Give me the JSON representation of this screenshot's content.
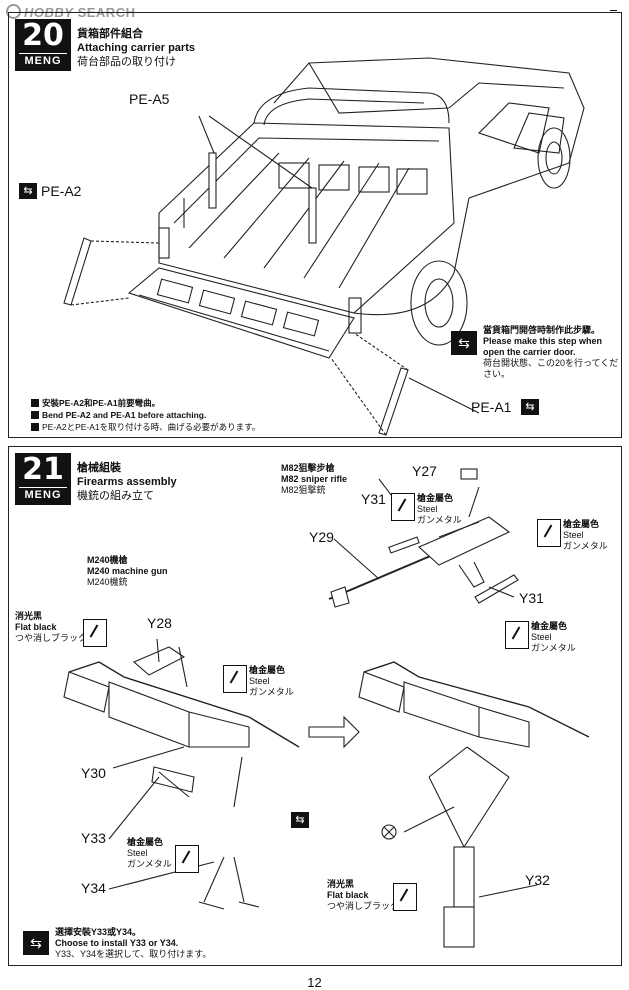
{
  "watermark": {
    "part1": "HOBBY",
    "part2": "SEARCH"
  },
  "step20": {
    "number": "20",
    "brand": "MENG",
    "title_cn": "貨箱部件組合",
    "title_en": "Attaching carrier parts",
    "title_jp": "荷台部品の取り付け",
    "parts": {
      "pe_a5": "PE-A5",
      "pe_a2": "PE-A2",
      "pe_a1": "PE-A1"
    },
    "option_note": {
      "cn": "當貨箱門開啓時制作此步驟。",
      "en1": "Please make this step when",
      "en2": "open the carrier door.",
      "jp": "荷台開状態、この20を行ってください。"
    },
    "notes": {
      "cn": "安裝PE-A2和PE-A1前要彎曲。",
      "en": "Bend PE-A2 and PE-A1 before attaching.",
      "jp": "PE-A2とPE-A1を取り付ける時、曲げる必要があります。"
    }
  },
  "step21": {
    "number": "21",
    "brand": "MENG",
    "title_cn": "槍械組裝",
    "title_en": "Firearms assembly",
    "title_jp": "機銃の組み立て",
    "m82": {
      "cn": "M82狙擊步槍",
      "en": "M82 sniper rifle",
      "jp": "M82狙撃銃"
    },
    "m240": {
      "cn": "M240機槍",
      "en": "M240 machine gun",
      "jp": "M240機銃"
    },
    "parts": {
      "y27": "Y27",
      "y28": "Y28",
      "y29": "Y29",
      "y30": "Y30",
      "y31a": "Y31",
      "y31b": "Y31",
      "y32": "Y32",
      "y33": "Y33",
      "y34": "Y34"
    },
    "steel": {
      "cn": "槍金屬色",
      "en": "Steel",
      "jp": "ガンメタル"
    },
    "flat_black": {
      "cn": "消光黑",
      "en": "Flat black",
      "jp": "つや消しブラック"
    },
    "choose_note": {
      "cn": "選擇安裝Y33或Y34。",
      "en": "Choose to install Y33 or Y34.",
      "jp": "Y33、Y34を選択して、取り付けます。"
    }
  },
  "page_number": "12"
}
